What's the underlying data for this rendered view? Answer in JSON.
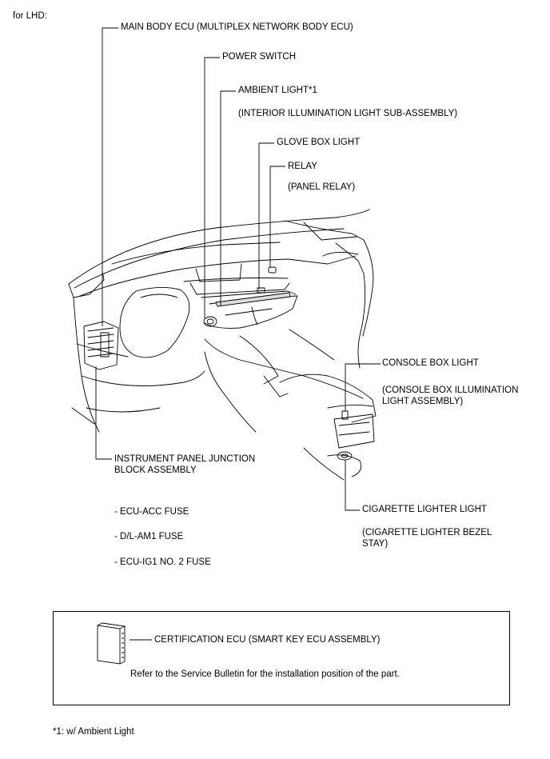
{
  "variant_label": "for LHD:",
  "labels": {
    "main_body_ecu": "MAIN BODY ECU (MULTIPLEX NETWORK BODY ECU)",
    "power_switch": "POWER SWITCH",
    "ambient_light": "AMBIENT LIGHT*1",
    "ambient_light_sub": "(INTERIOR ILLUMINATION LIGHT SUB-ASSEMBLY)",
    "glove_box_light": "GLOVE BOX LIGHT",
    "relay": "RELAY",
    "relay_sub": "(PANEL RELAY)",
    "console_box_light": "CONSOLE BOX LIGHT",
    "console_box_light_sub": "(CONSOLE BOX ILLUMINATION LIGHT ASSEMBLY)",
    "cig_lighter_light": "CIGARETTE LIGHTER LIGHT",
    "cig_lighter_light_sub": "(CIGARETTE LIGHTER BEZEL STAY)",
    "junction_block": "INSTRUMENT PANEL JUNCTION BLOCK ASSEMBLY"
  },
  "fuses": [
    "- ECU-ACC FUSE",
    "- D/L-AM1 FUSE",
    "- ECU-IG1 NO. 2 FUSE"
  ],
  "box": {
    "certification_ecu": "CERTIFICATION ECU (SMART KEY ECU ASSEMBLY)",
    "note": "Refer to the Service Bulletin for the installation position of the part."
  },
  "footnote": "*1: w/ Ambient Light"
}
